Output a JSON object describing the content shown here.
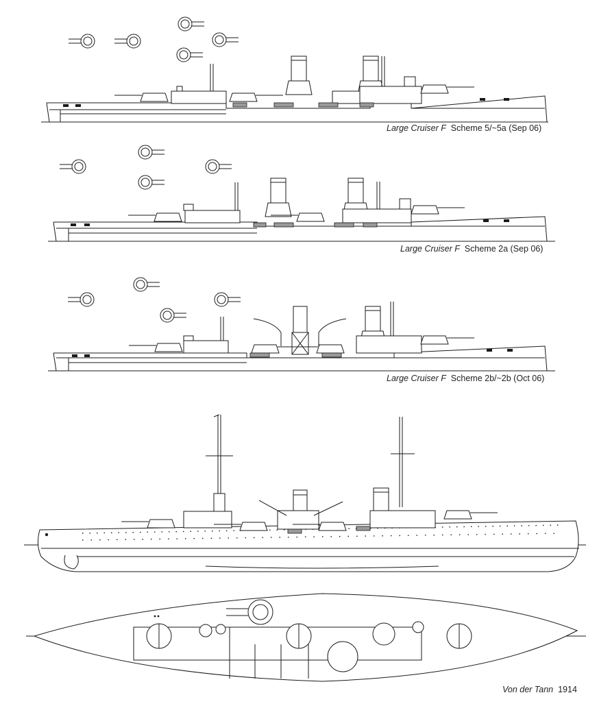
{
  "captions": [
    {
      "name_italic": "Large Cruiser F",
      "detail": "Scheme 5/~5a (Sep 06)"
    },
    {
      "name_italic": "Large Cruiser F",
      "detail": "Scheme 2a (Sep 06)"
    },
    {
      "name_italic": "Large Cruiser F",
      "detail": "Scheme 2b/~2b (Oct 06)"
    },
    {
      "name_italic": "Von der Tann",
      "detail": "1914"
    }
  ],
  "colors": {
    "line": "#1a1a1a",
    "background": "#ffffff",
    "shade": "#9a9a9a"
  }
}
